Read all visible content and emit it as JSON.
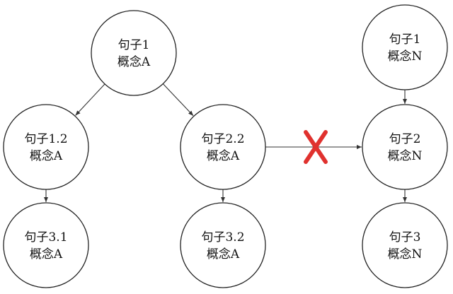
{
  "diagram": {
    "nodes": [
      {
        "id": "s1a",
        "line1": "句子1",
        "line2": "概念A"
      },
      {
        "id": "s12a",
        "line1": "句子1.2",
        "line2": "概念A"
      },
      {
        "id": "s22a",
        "line1": "句子2.2",
        "line2": "概念A"
      },
      {
        "id": "s31a",
        "line1": "句子3.1",
        "line2": "概念A"
      },
      {
        "id": "s32a",
        "line1": "句子3.2",
        "line2": "概念A"
      },
      {
        "id": "s1n",
        "line1": "句子1",
        "line2": "概念N"
      },
      {
        "id": "s2n",
        "line1": "句子2",
        "line2": "概念N"
      },
      {
        "id": "s3n",
        "line1": "句子3",
        "line2": "概念N"
      }
    ],
    "edges": [
      {
        "from": "s1a",
        "to": "s12a"
      },
      {
        "from": "s1a",
        "to": "s22a"
      },
      {
        "from": "s12a",
        "to": "s31a"
      },
      {
        "from": "s22a",
        "to": "s32a"
      },
      {
        "from": "s22a",
        "to": "s2n",
        "blocked": true
      },
      {
        "from": "s1n",
        "to": "s2n"
      },
      {
        "from": "s2n",
        "to": "s3n"
      }
    ],
    "colors": {
      "cross": "#e0312e",
      "line": "#333333",
      "node_stroke": "#222222"
    }
  }
}
